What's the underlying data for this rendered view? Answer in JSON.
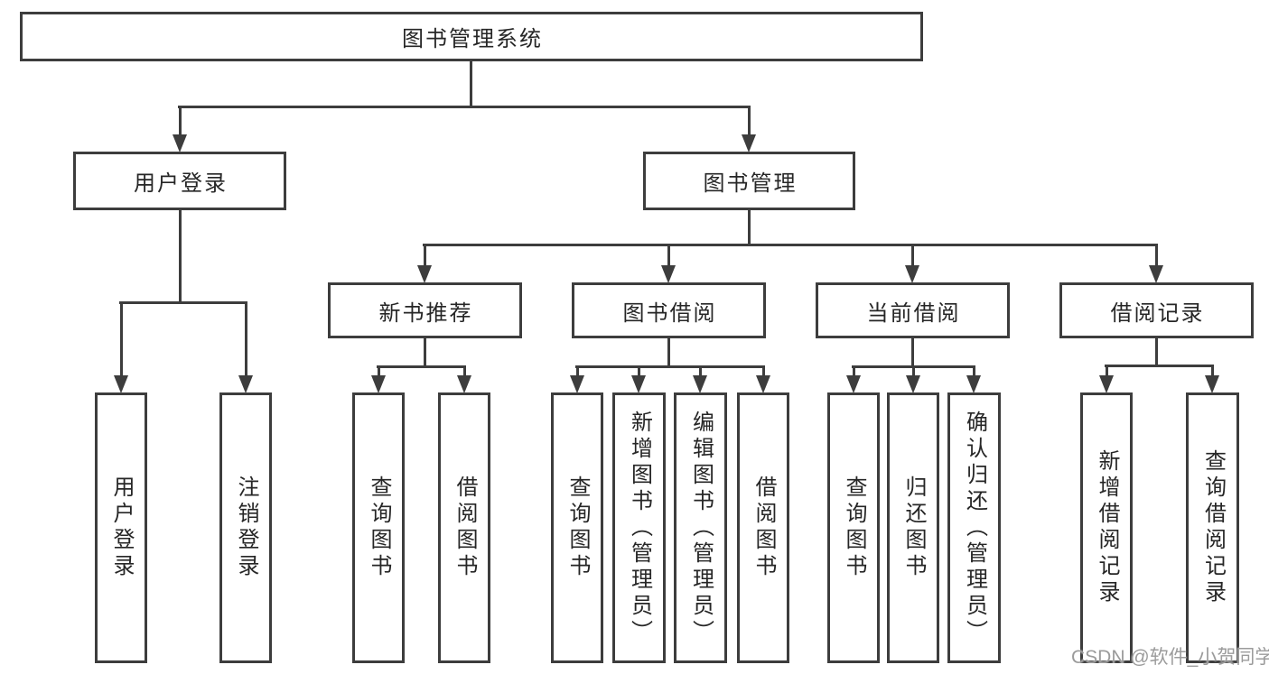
{
  "root": {
    "label": "图书管理系统"
  },
  "level2": [
    {
      "label": "用户登录"
    },
    {
      "label": "图书管理"
    }
  ],
  "level3": [
    {
      "label": "新书推荐"
    },
    {
      "label": "图书借阅"
    },
    {
      "label": "当前借阅"
    },
    {
      "label": "借阅记录"
    }
  ],
  "leaves": [
    {
      "label": "用户登录",
      "parent": "用户登录"
    },
    {
      "label": "注销登录",
      "parent": "用户登录"
    },
    {
      "label": "查询图书",
      "parent": "新书推荐"
    },
    {
      "label": "借阅图书",
      "parent": "新书推荐"
    },
    {
      "label": "查询图书",
      "parent": "图书借阅"
    },
    {
      "label": "新增图书（管理员）",
      "parent": "图书借阅"
    },
    {
      "label": "编辑图书（管理员）",
      "parent": "图书借阅"
    },
    {
      "label": "借阅图书",
      "parent": "图书借阅"
    },
    {
      "label": "查询图书",
      "parent": "当前借阅"
    },
    {
      "label": "归还图书",
      "parent": "当前借阅"
    },
    {
      "label": "确认归还（管理员）",
      "parent": "当前借阅"
    },
    {
      "label": "新增借阅记录",
      "parent": "借阅记录"
    },
    {
      "label": "查询借阅记录",
      "parent": "借阅记录"
    }
  ],
  "edges": [
    {
      "from": "图书管理系统",
      "to": [
        "用户登录",
        "图书管理"
      ]
    },
    {
      "from": "用户登录",
      "to": [
        "用户登录",
        "注销登录"
      ]
    },
    {
      "from": "图书管理",
      "to": [
        "新书推荐",
        "图书借阅",
        "当前借阅",
        "借阅记录"
      ]
    },
    {
      "from": "新书推荐",
      "to": [
        "查询图书",
        "借阅图书"
      ]
    },
    {
      "from": "图书借阅",
      "to": [
        "查询图书",
        "新增图书（管理员）",
        "编辑图书（管理员）",
        "借阅图书"
      ]
    },
    {
      "from": "当前借阅",
      "to": [
        "查询图书",
        "归还图书",
        "确认归还（管理员）"
      ]
    },
    {
      "from": "借阅记录",
      "to": [
        "新增借阅记录",
        "查询借阅记录"
      ]
    }
  ],
  "watermark": "CSDN @软件_小贺同学",
  "colors": {
    "line": "#3d3d3d",
    "text": "#262626",
    "background": "#ffffff",
    "watermark": "#9b9b9b"
  }
}
